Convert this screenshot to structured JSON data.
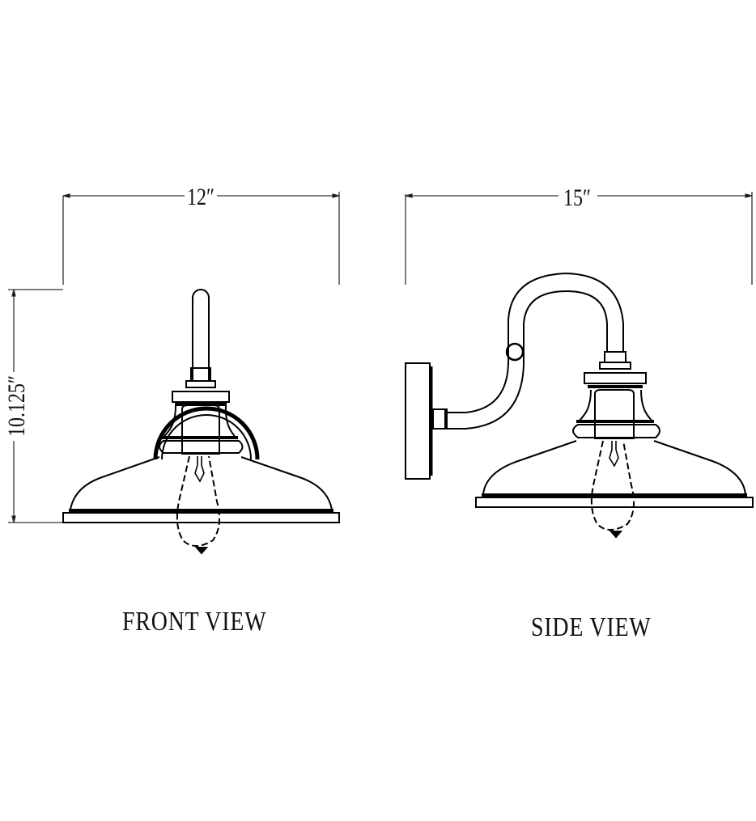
{
  "diagram": {
    "title": "Wall sconce dimension drawing",
    "line_color": "#000000",
    "background": "#ffffff",
    "front_view": {
      "label": "FRONT VIEW",
      "width_dimension": "12″",
      "height_dimension": "10.125″"
    },
    "side_view": {
      "label": "SIDE VIEW",
      "depth_dimension": "15″"
    }
  }
}
